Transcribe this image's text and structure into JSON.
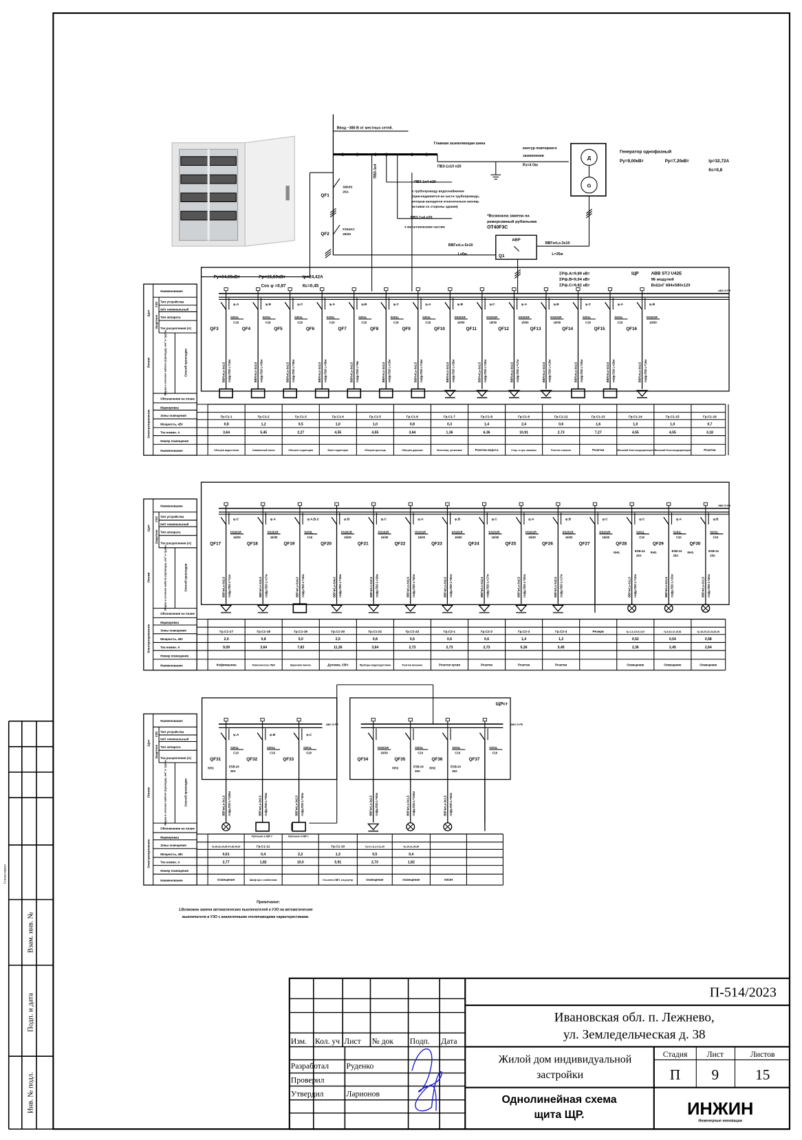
{
  "stamp": {
    "replace_inv": "Взам. инв. №",
    "sign_date": "Подп. и дата",
    "inv_orig": "Инв. № подл.",
    "agreed": "Согласовано"
  },
  "input": {
    "feed": "Ввод ~380 В от местных сетей.",
    "main_bus": "Главная заземляющая шина",
    "ground_loop1": "контур повторного",
    "ground_loop2": "заземления",
    "ground_r": "Rз=4 Ом",
    "pe1": "ПВ3-1х10 п20",
    "pe2": "ПВ3-1х4 п20",
    "pe_vert": "ПВ3-1х4",
    "pipe1": "к трубопроводу водоснабжения",
    "pipe2": "(присоединяется на части трубопровода,",
    "pipe3": "которая находится относительно изолир.",
    "pipe4": "вставки со стороны здания)",
    "pe3": "ПВ3-1х4 п20",
    "metal": "к металлическим частям",
    "alt1": "*Возможна замена на",
    "alt2": "реверсивный рубильник",
    "alt3": "OT40F3C",
    "qf1": "QF1",
    "qf1_type": "S803S",
    "qf1_rating": "25А",
    "qf2": "QF2",
    "qf2_type": "F204AC",
    "qf2_rating": "25/30",
    "cable_left": "ВВГнгLs-5х10",
    "len_left": "L=5м",
    "avr": "АВР",
    "q1": "Q1",
    "cable_right": "ВВГнгLs-3х10",
    "len_right": "L=35м",
    "gen_title": "Генератор однофазный",
    "gen_py": "Ру=9,00кВт",
    "gen_pp": "Рр=7,20кВт",
    "gen_ip": "Iр=32,72А",
    "gen_kc": "Кс=0,8",
    "gen_d": "Д",
    "gen_g": "G"
  },
  "panel_info": {
    "py": "Ру=34,65кВт",
    "pp": "Рр=15,59кВт",
    "ip": "Iр=24,42А",
    "cos": "Cos φ =0,87",
    "kc": "Кс=0,45",
    "pa": "ΣРф.А=9,89 кВт",
    "pb": "ΣРф.В=9,94 кВт",
    "pc": "ΣРф.С=9,82 кВт",
    "code": "ЩР",
    "model": "ABB STJ U42E",
    "modules": "96 модулей",
    "dims": "ВхШхГ 684х580х120",
    "bus_label": "ABC N PE",
    "shr_st": "ЩРст"
  },
  "row_headers": {
    "shield": "Щит",
    "rcd": "УЗО",
    "protective": "Защитное",
    "line": "Линия",
    "receiver": "Электроприемник",
    "name": "Наименование",
    "device_type": "Тип устройства",
    "in_it": "Iн/Iт номинальный",
    "apparatus": "Тип аппарата",
    "trip": "Ток расцепления (А)",
    "cable": "Марка и сечение кабеля (провода), мм² и трубы",
    "route": "Способ прокладки",
    "plan": "Обозначение на плане",
    "marking": "Маркировка",
    "zones": "Зоны освещения",
    "power": "Мощность, кВт",
    "current": "Ток номин. А",
    "room": "Номер помещения",
    "recv_name": "Наименование"
  },
  "panels": [
    {
      "circuits": [
        {
          "qf": "QF3",
          "phase": "φ.A",
          "br": "S201L",
          "rt": "C16",
          "cable": "ВВГнгLs-3х2,5",
          "route": "гофр.П20 L=15м",
          "sym": "box-icon",
          "zone": "Гр.С1-1",
          "power": "0,8",
          "current": "3,64",
          "name": "Обогрев водостоков"
        },
        {
          "qf": "QF4",
          "phase": "φ.B",
          "br": "S201L",
          "rt": "C16",
          "cable": "ВВГнгLs-3х2,5",
          "route": "гофр.П20 L=30м",
          "sym": "box-icon",
          "zone": "Гр.С1-2",
          "power": "1,2",
          "current": "5,45",
          "name": "Скважинный насос"
        },
        {
          "qf": "QF5",
          "phase": "φ.C",
          "br": "S201L",
          "rt": "C20",
          "cable": "ВВГнгLs-3х2,5",
          "route": "гофр.П20 L=30м",
          "sym": "box-icon",
          "zone": "Гр.С1-3",
          "power": "0,5",
          "current": "2,27",
          "name": "Обогрев территории"
        },
        {
          "qf": "QF6",
          "phase": "φ.A",
          "br": "S201L",
          "rt": "C20",
          "cable": "ВВГнгLs-3х2,5",
          "route": "гофр.П20 L=30м",
          "sym": "box-icon",
          "zone": "Гр.С1-4",
          "power": "1,0",
          "current": "4,55",
          "name": "Баня территория"
        },
        {
          "qf": "QF7",
          "phase": "φ.B",
          "br": "S201L",
          "rt": "C16",
          "cable": "ВВГнгLs-3х2,5",
          "route": "гофр.П20 L=8м",
          "sym": "box-icon",
          "zone": "Гр.С1-5",
          "power": "1,0",
          "current": "4,55",
          "name": "Обогрев крыльца"
        },
        {
          "qf": "QF8",
          "phase": "φ.C",
          "br": "S201L",
          "rt": "C16",
          "cable": "ВВГнгLs-3х2,5",
          "route": "гофр.П20 L=15м",
          "sym": "box-icon",
          "zone": "Гр.С1-6",
          "power": "0,8",
          "current": "3,64",
          "name": "Обогрев дорожки"
        },
        {
          "qf": "QF9",
          "phase": "φ.A",
          "br": "S201L",
          "rt": "C16",
          "cable": "ВВГнгLs-3х2,5",
          "route": "гофр.П20 L=15м",
          "sym": "box-icon",
          "zone": "Гр.С1-7",
          "power": "0,3",
          "current": "1,36",
          "name": "Вентиляц. установка"
        },
        {
          "qf": "QF10",
          "phase": "φ.B",
          "br": "DS201R",
          "rt": "16/30",
          "cable": "ВВГнгLs-3х2,5",
          "route": "гофр.П20 L=20м",
          "sym": "socket-icon",
          "zone": "Гр.С1-8",
          "power": "1,4",
          "current": "6,36",
          "name": "Розетки ворота"
        },
        {
          "qf": "QF11",
          "phase": "φ.C",
          "br": "DS201R",
          "rt": "16/30",
          "cable": "ВВГнгLs-3х2,5",
          "route": "гофр.П20 L=20м",
          "sym": "socket-icon",
          "zone": "Гр.С1-9",
          "power": "2,4",
          "current": "10,91",
          "name": "Стир. и суш. машины"
        },
        {
          "qf": "QF12",
          "phase": "φ.A",
          "br": "DS201R",
          "rt": "16/30",
          "cable": "ВВГнгLs-3х2,5",
          "route": "гофр.П20 L=17м",
          "sym": "socket-icon",
          "zone": "Гр.С1-12",
          "power": "0,6",
          "current": "2,73",
          "name": "Розетки спальня"
        },
        {
          "qf": "QF13",
          "phase": "φ.B",
          "br": "DS201R",
          "rt": "16/30",
          "cable": "ВВГнгLs-3х2,5",
          "route": "гофр.П20 L=15м",
          "sym": "socket-icon",
          "zone": "Гр.С1-13",
          "power": "1,6",
          "current": "7,27",
          "name": "Розетки"
        },
        {
          "qf": "QF14",
          "phase": "φ.C",
          "br": "S201L",
          "rt": "C16",
          "cable": "ВВГнгLs-3х2,5",
          "route": "гофр.П20 L=20м",
          "sym": "box-icon",
          "zone": "Гр.С1-14",
          "power": "1,0",
          "current": "4,55",
          "name": "Внешний блок кондиционера1"
        },
        {
          "qf": "QF15",
          "phase": "φ.A",
          "br": "S201L",
          "rt": "C16",
          "cable": "ВВГнгLs-3х2,5",
          "route": "гофр.П20 L=20м",
          "sym": "box-icon",
          "zone": "Гр.С1-15",
          "power": "1,0",
          "current": "4,55",
          "name": "Внешний блок кондиционера2"
        },
        {
          "qf": "QF16",
          "phase": "φ.B",
          "br": "DS201R",
          "rt": "16/30",
          "cable": "ВВГнгLs-3х2,5",
          "route": "гофр.П20 L=15м",
          "sym": "socket-icon",
          "zone": "Гр.С1-16",
          "power": "0,7",
          "current": "3,18",
          "name": "Розетки"
        }
      ]
    },
    {
      "circuits": [
        {
          "qf": "QF17",
          "phase": "φ.C",
          "br": "DS201R",
          "rt": "16/30",
          "cable": "ВВГнгLs-3х2,5",
          "route": "гофр.П20 L=11м",
          "sym": "socket-icon",
          "zone": "Гр.С1-17",
          "power": "2,0",
          "current": "9,09",
          "name": "Кофемашина"
        },
        {
          "qf": "QF18",
          "phase": "φ.A",
          "br": "DS201R",
          "rt": "16/30",
          "cable": "ВВГнгLs-3х2,5",
          "route": "гофр.П20 L=17м",
          "sym": "socket-icon",
          "zone": "Гр.С1-18",
          "power": "0,8",
          "current": "3,64",
          "name": "Измельчитель ПБИ"
        },
        {
          "qf": "QF19",
          "phase": "φ.A,B,C",
          "br": "S203L",
          "rt": "C16",
          "cable": "ВВГнгLs-5х4,0",
          "route": "гофр.П20 L=16м",
          "sym": "box-icon",
          "zone": "Гр.С1-19",
          "power": "5,0",
          "current": "7,83",
          "name": "Варочная панель"
        },
        {
          "qf": "QF20",
          "phase": "φ.B",
          "br": "DS201R",
          "rt": "16/30",
          "cable": "ВВГнгLs-3х4,0",
          "route": "гофр.П20 L=16м",
          "sym": "socket-icon",
          "zone": "Гр.С1-20",
          "power": "2,5",
          "current": "11,36",
          "name": "Духовка, СВЧ"
        },
        {
          "qf": "QF21",
          "phase": "φ.C",
          "br": "DS201R",
          "rt": "16/30",
          "cable": "ВВГнгLs-3х2,5",
          "route": "гофр.П20 L=18м",
          "sym": "socket-icon",
          "zone": "Гр.С1-21",
          "power": "0,8",
          "current": "3,64",
          "name": "Приборы водоподготовки"
        },
        {
          "qf": "QF22",
          "phase": "φ.A",
          "br": "DS201R",
          "rt": "16/30",
          "cable": "ВВГнгLs-3х2,5",
          "route": "гофр.П20 L=20м",
          "sym": "socket-icon",
          "zone": "Гр.С1-22",
          "power": "0,6",
          "current": "2,73",
          "name": "Розетки внешние"
        },
        {
          "qf": "QF23",
          "phase": "φ.B",
          "br": "DS201R",
          "rt": "16/30",
          "cable": "ВВГнгLs-3х2,5",
          "route": "гофр.П20 L=20м",
          "sym": "socket-icon",
          "zone": "Гр.С2-1",
          "power": "0,6",
          "current": "2,73",
          "name": "Розетки кухня"
        },
        {
          "qf": "QF24",
          "phase": "φ.C",
          "br": "DS201R",
          "rt": "16/30",
          "cable": "ВВГнгLs-3х2,5",
          "route": "гофр.П20 L=17м",
          "sym": "socket-icon",
          "zone": "Гр.С2-2",
          "power": "0,6",
          "current": "2,73",
          "name": "Розетки"
        },
        {
          "qf": "QF25",
          "phase": "φ.A",
          "br": "DS201R",
          "rt": "16/30",
          "cable": "ВВГнгLs-3х2,5",
          "route": "гофр.П20 L=20м",
          "sym": "socket-icon",
          "zone": "Гр.С2-3",
          "power": "1,4",
          "current": "6,36",
          "name": "Розетки"
        },
        {
          "qf": "QF26",
          "phase": "φ.B",
          "br": "DS201R",
          "rt": "16/30",
          "cable": "ВВГнгLs-3х2,5",
          "route": "гофр.П20 L=17м",
          "sym": "socket-icon",
          "zone": "Гр.С2-4",
          "power": "1,2",
          "current": "5,45",
          "name": "Розетки"
        },
        {
          "qf": "QF27",
          "phase": "φ.C",
          "br": "DS201R",
          "rt": "16/30",
          "cable": "",
          "route": "",
          "sym": "none",
          "zone": "Резерв",
          "power": "",
          "current": "",
          "name": ""
        },
        {
          "qf": "QF28",
          "phase": "φ.C",
          "br": "S201L",
          "rt": "C10",
          "kn": "КН1",
          "esb": "ESB-24",
          "esb_rt": "25А",
          "cable": "ВВГнгLs-3х1,5",
          "route": "гофр.П20 L=12м",
          "sym": "lamp-icon",
          "zone": "Гр.1-3,4,5,6,7,8,9",
          "power": "0,52",
          "current": "2,36",
          "name": "Освещение"
        },
        {
          "qf": "QF29",
          "phase": "φ.A",
          "br": "S201L",
          "rt": "C10",
          "kn": "КН1",
          "esb": "ESB-24",
          "esb_rt": "25А",
          "cable": "ВВГнгLs-3х1,5",
          "route": "гофр.П20 L=15м",
          "sym": "lamp-icon",
          "zone": "Гр.8,10,12-16,81",
          "power": "0,54",
          "current": "2,45",
          "name": "Освещение"
        },
        {
          "qf": "QF30",
          "phase": "φ.B",
          "br": "S201L",
          "rt": "C10",
          "kn": "КН1",
          "esb": "ESB-24",
          "esb_rt": "25А",
          "cable": "ВВГнгLs-3х1,5",
          "route": "гофр.П20 L=20м",
          "sym": "lamp-icon",
          "zone": "Гр.18-20,22-24,26-28",
          "power": "0,58",
          "current": "2,64",
          "name": "Освещение"
        }
      ]
    },
    {
      "circuits": [
        {
          "qf": "QF31",
          "phase": "φ.A",
          "br": "S201L",
          "rt": "C10",
          "kn": "КН1",
          "esb": "ESB-24",
          "esb_rt": "25А",
          "cable": "ВВГнгLs-3х1,5",
          "route": "гофр.П20 L=180м",
          "sym": "lamp-icon",
          "zone": "Гр.30,32,33,35-37,38,40,62",
          "power": "0,61",
          "current": "2,77",
          "name": "Освещение"
        },
        {
          "qf": "QF32",
          "phase": "φ.B",
          "br": "S201L",
          "rt": "C10",
          "cable": "ВВГнгLs-3х2,5",
          "route": "гофр.П20 L=25м",
          "sym": "box-icon",
          "sym_note": "Рубильник в АВР 2",
          "zone": "Гр.С1-11",
          "power": "0,4",
          "current": "1,82",
          "name": "Шкаф Цсл. слаботочки"
        },
        {
          "qf": "QF33",
          "phase": "φ.C",
          "br": "S201L",
          "rt": "C20",
          "cable": "ВВГнгLs-3х2,5",
          "route": "гофр.П20 L=40м",
          "sym": "box-icon",
          "sym_note": "Рубильник в АВР 1",
          "zone": "",
          "power": "2,2",
          "current": "10,0",
          "name": ""
        },
        {
          "qf": "QF34",
          "phase": "",
          "br": "DS201R",
          "rt": "16/30",
          "cable": "ВВГнгLs-3х2,5",
          "route": "гофр.П20 L=40м",
          "sym": "socket-icon",
          "zone": "Гр.С1-10",
          "power": "1,3",
          "current": "5,91",
          "name": "Газ.котел,ХВП, з/х,роутер"
        },
        {
          "qf": "QF35",
          "phase": "",
          "br": "S201L",
          "rt": "C10",
          "kn": "КН2",
          "esb": "ESB-24",
          "esb_rt": "25А",
          "cable": "ВВГнгLs-3х1,5",
          "route": "гофр.П20 L=150м",
          "sym": "lamp-icon",
          "zone": "Гр.4,7,11,17,21,25",
          "power": "0,5",
          "current": "2,73",
          "name": "Освещение"
        },
        {
          "qf": "QF36",
          "phase": "",
          "br": "S201L",
          "rt": "C10",
          "kn": "КН2",
          "esb": "ESB-24",
          "esb_rt": "25А",
          "cable": "ВВГнгLs-3х1,5",
          "route": "гофр.П20 L=40м",
          "sym": "lamp-icon",
          "zone": "Гр.29,31,34,39",
          "power": "0,4",
          "current": "1,82",
          "name": "Освещение"
        },
        {
          "qf": "QF37",
          "phase": "",
          "br": "S201L",
          "rt": "C10",
          "cable": "",
          "route": "",
          "sym": "none",
          "zone": "",
          "power": "",
          "current": "",
          "name": "АКОН"
        }
      ]
    }
  ],
  "notes": {
    "title": "Примечание:",
    "line1": "1.Возможна замена автоматических выключателей и УЗО на автоматические",
    "line2": "выключатели и УЗО с аналогичными отключающими характеристиками."
  },
  "title_block": {
    "code": "П-514/2023",
    "address1": "Ивановская обл. п. Лежнево,",
    "address2": "ул. Земледельческая д. 38",
    "cols": [
      "Изм.",
      "Кол. уч",
      "Лист",
      "№ док",
      "Подп.",
      "Дата"
    ],
    "roles": [
      {
        "role": "Разработал",
        "person": "Руденко"
      },
      {
        "role": "Проверил",
        "person": ""
      },
      {
        "role": "Утвердил",
        "person": "Ларионов"
      }
    ],
    "object1": "Жилой дом индивидуальной",
    "object2": "застройки",
    "stage_label": "Стадия",
    "sheet_label": "Лист",
    "sheets_label": "Листов",
    "stage": "П",
    "sheet": "9",
    "sheets": "15",
    "drawing1": "Однолинейная схема",
    "drawing2": "щита ЩР.",
    "logo": "ИНЖИН",
    "logo_sub": "Инженерные инновации",
    "signature_color": "#1a1acc",
    "logo_color": "#3c9a3c"
  }
}
